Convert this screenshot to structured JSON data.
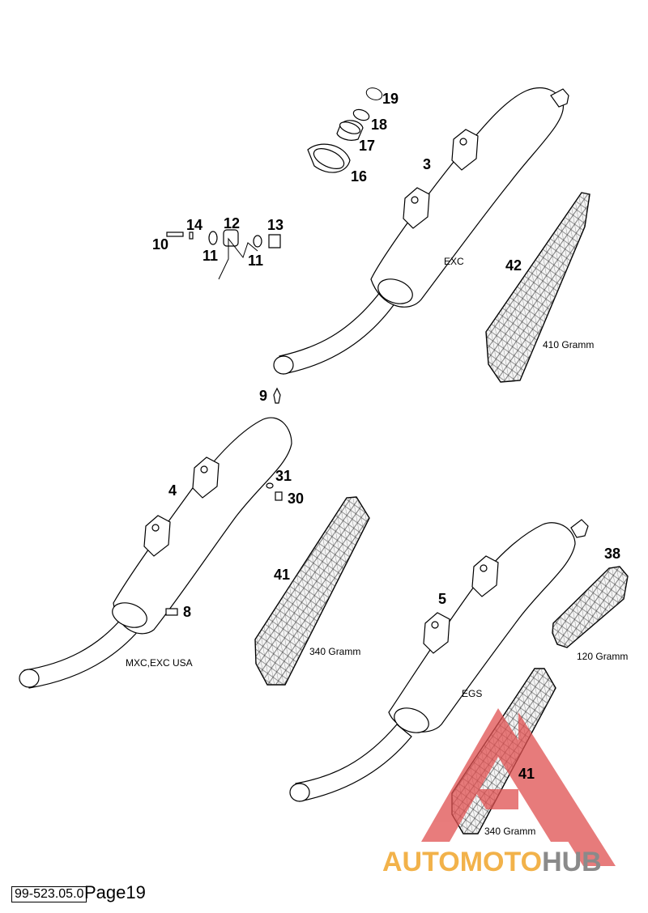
{
  "callouts": {
    "c19": "19",
    "c18": "18",
    "c17": "17",
    "c16": "16",
    "c3": "3",
    "c14": "14",
    "c12": "12",
    "c13": "13",
    "c10": "10",
    "c11a": "11",
    "c11b": "11",
    "c42": "42",
    "c9": "9",
    "c4": "4",
    "c31": "31",
    "c30": "30",
    "c41a": "41",
    "c8": "8",
    "c38": "38",
    "c5": "5",
    "c41b": "41"
  },
  "notes": {
    "exc": "EXC",
    "gram410": "410 Gramm",
    "gram340a": "340 Gramm",
    "mxc": "MXC,EXC USA",
    "gram120": "120 Gramm",
    "egs": "EGS",
    "gram340b": "340 Gramm"
  },
  "watermark": {
    "part1": "AUTOMOTO",
    "part2": "HUB",
    "color1": "#f2b24a",
    "color2": "#8a8a8a",
    "logo_color": "#e05050"
  },
  "footer": {
    "doc_number": "99-523.05.0",
    "page_label": "Page19"
  }
}
